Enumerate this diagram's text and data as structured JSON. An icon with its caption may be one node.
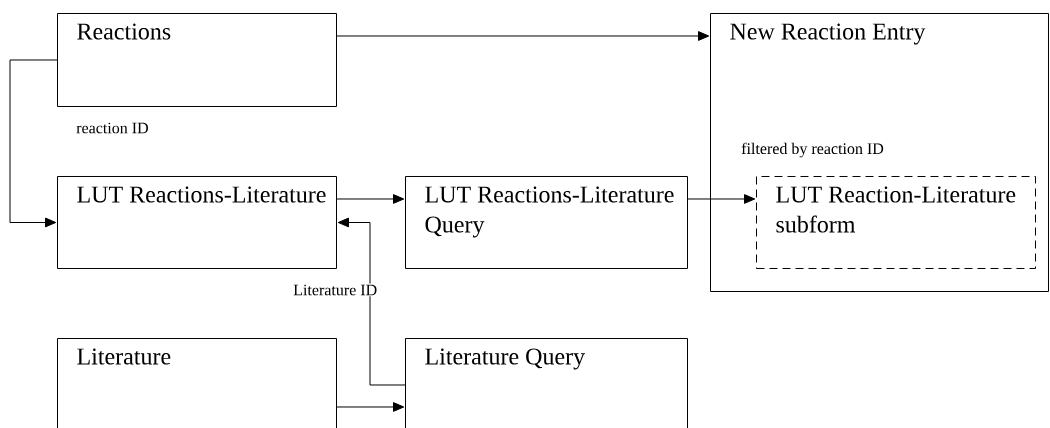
{
  "diagram": {
    "nodes": [
      {
        "text": [
          "Reactions"
        ]
      },
      {
        "text": [
          "New Reaction Entry"
        ]
      },
      {
        "text": [
          "LUT Reactions-Literature"
        ]
      },
      {
        "text": [
          "LUT Reactions-Literature Query"
        ]
      },
      {
        "text": [
          "LUT Reaction-Literature subform"
        ],
        "in": 1,
        "beside": [
          "filtered by reaction ID"
        ]
      },
      {
        "text": [
          "Literature"
        ]
      },
      {
        "text": [
          "Literature Query"
        ]
      }
    ],
    "edges": [
      {
        "from": 0,
        "to": 1,
        "arrow": "to"
      },
      {
        "from": 0,
        "to": 2,
        "arrow": "to",
        "label": "reaction ID"
      },
      {
        "from": 2,
        "to": 3,
        "arrow": "to"
      },
      {
        "from": 3,
        "to": 4,
        "arrow": "to"
      },
      {
        "from": 6,
        "to": 2,
        "arrow": "to",
        "label": "Literature ID"
      },
      {
        "from": 5,
        "to": 6,
        "arrow": "to"
      }
    ]
  }
}
